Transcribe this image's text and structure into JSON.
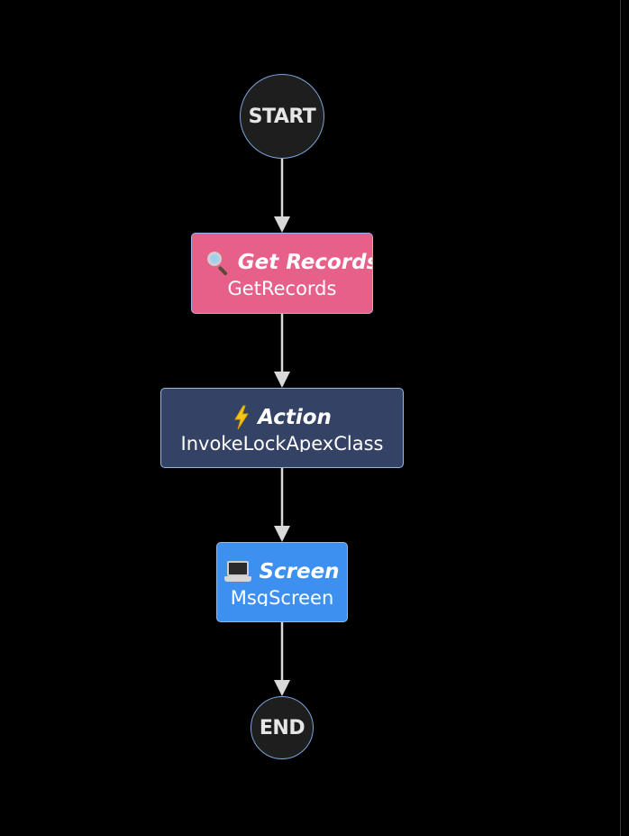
{
  "colors": {
    "background": "#000000",
    "edge": "#d9d9d9",
    "terminal_fill": "#1e1e1e",
    "terminal_border": "#7aa5d8",
    "get_records_fill": "#e6608a",
    "action_fill": "#344266",
    "screen_fill": "#3d90f0"
  },
  "nodes": {
    "start": {
      "label": "START"
    },
    "get_records": {
      "type_label": "Get Records",
      "name": "GetRecords",
      "icon": "magnifying-glass-icon"
    },
    "action": {
      "type_label": "Action",
      "name": "InvokeLockApexClass",
      "icon": "lightning-bolt-icon"
    },
    "screen": {
      "type_label": "Screen",
      "name": "MsgScreen",
      "icon": "laptop-icon"
    },
    "end": {
      "label": "END"
    }
  },
  "edges": [
    {
      "from": "start",
      "to": "get_records"
    },
    {
      "from": "get_records",
      "to": "action"
    },
    {
      "from": "action",
      "to": "screen"
    },
    {
      "from": "screen",
      "to": "end"
    }
  ]
}
